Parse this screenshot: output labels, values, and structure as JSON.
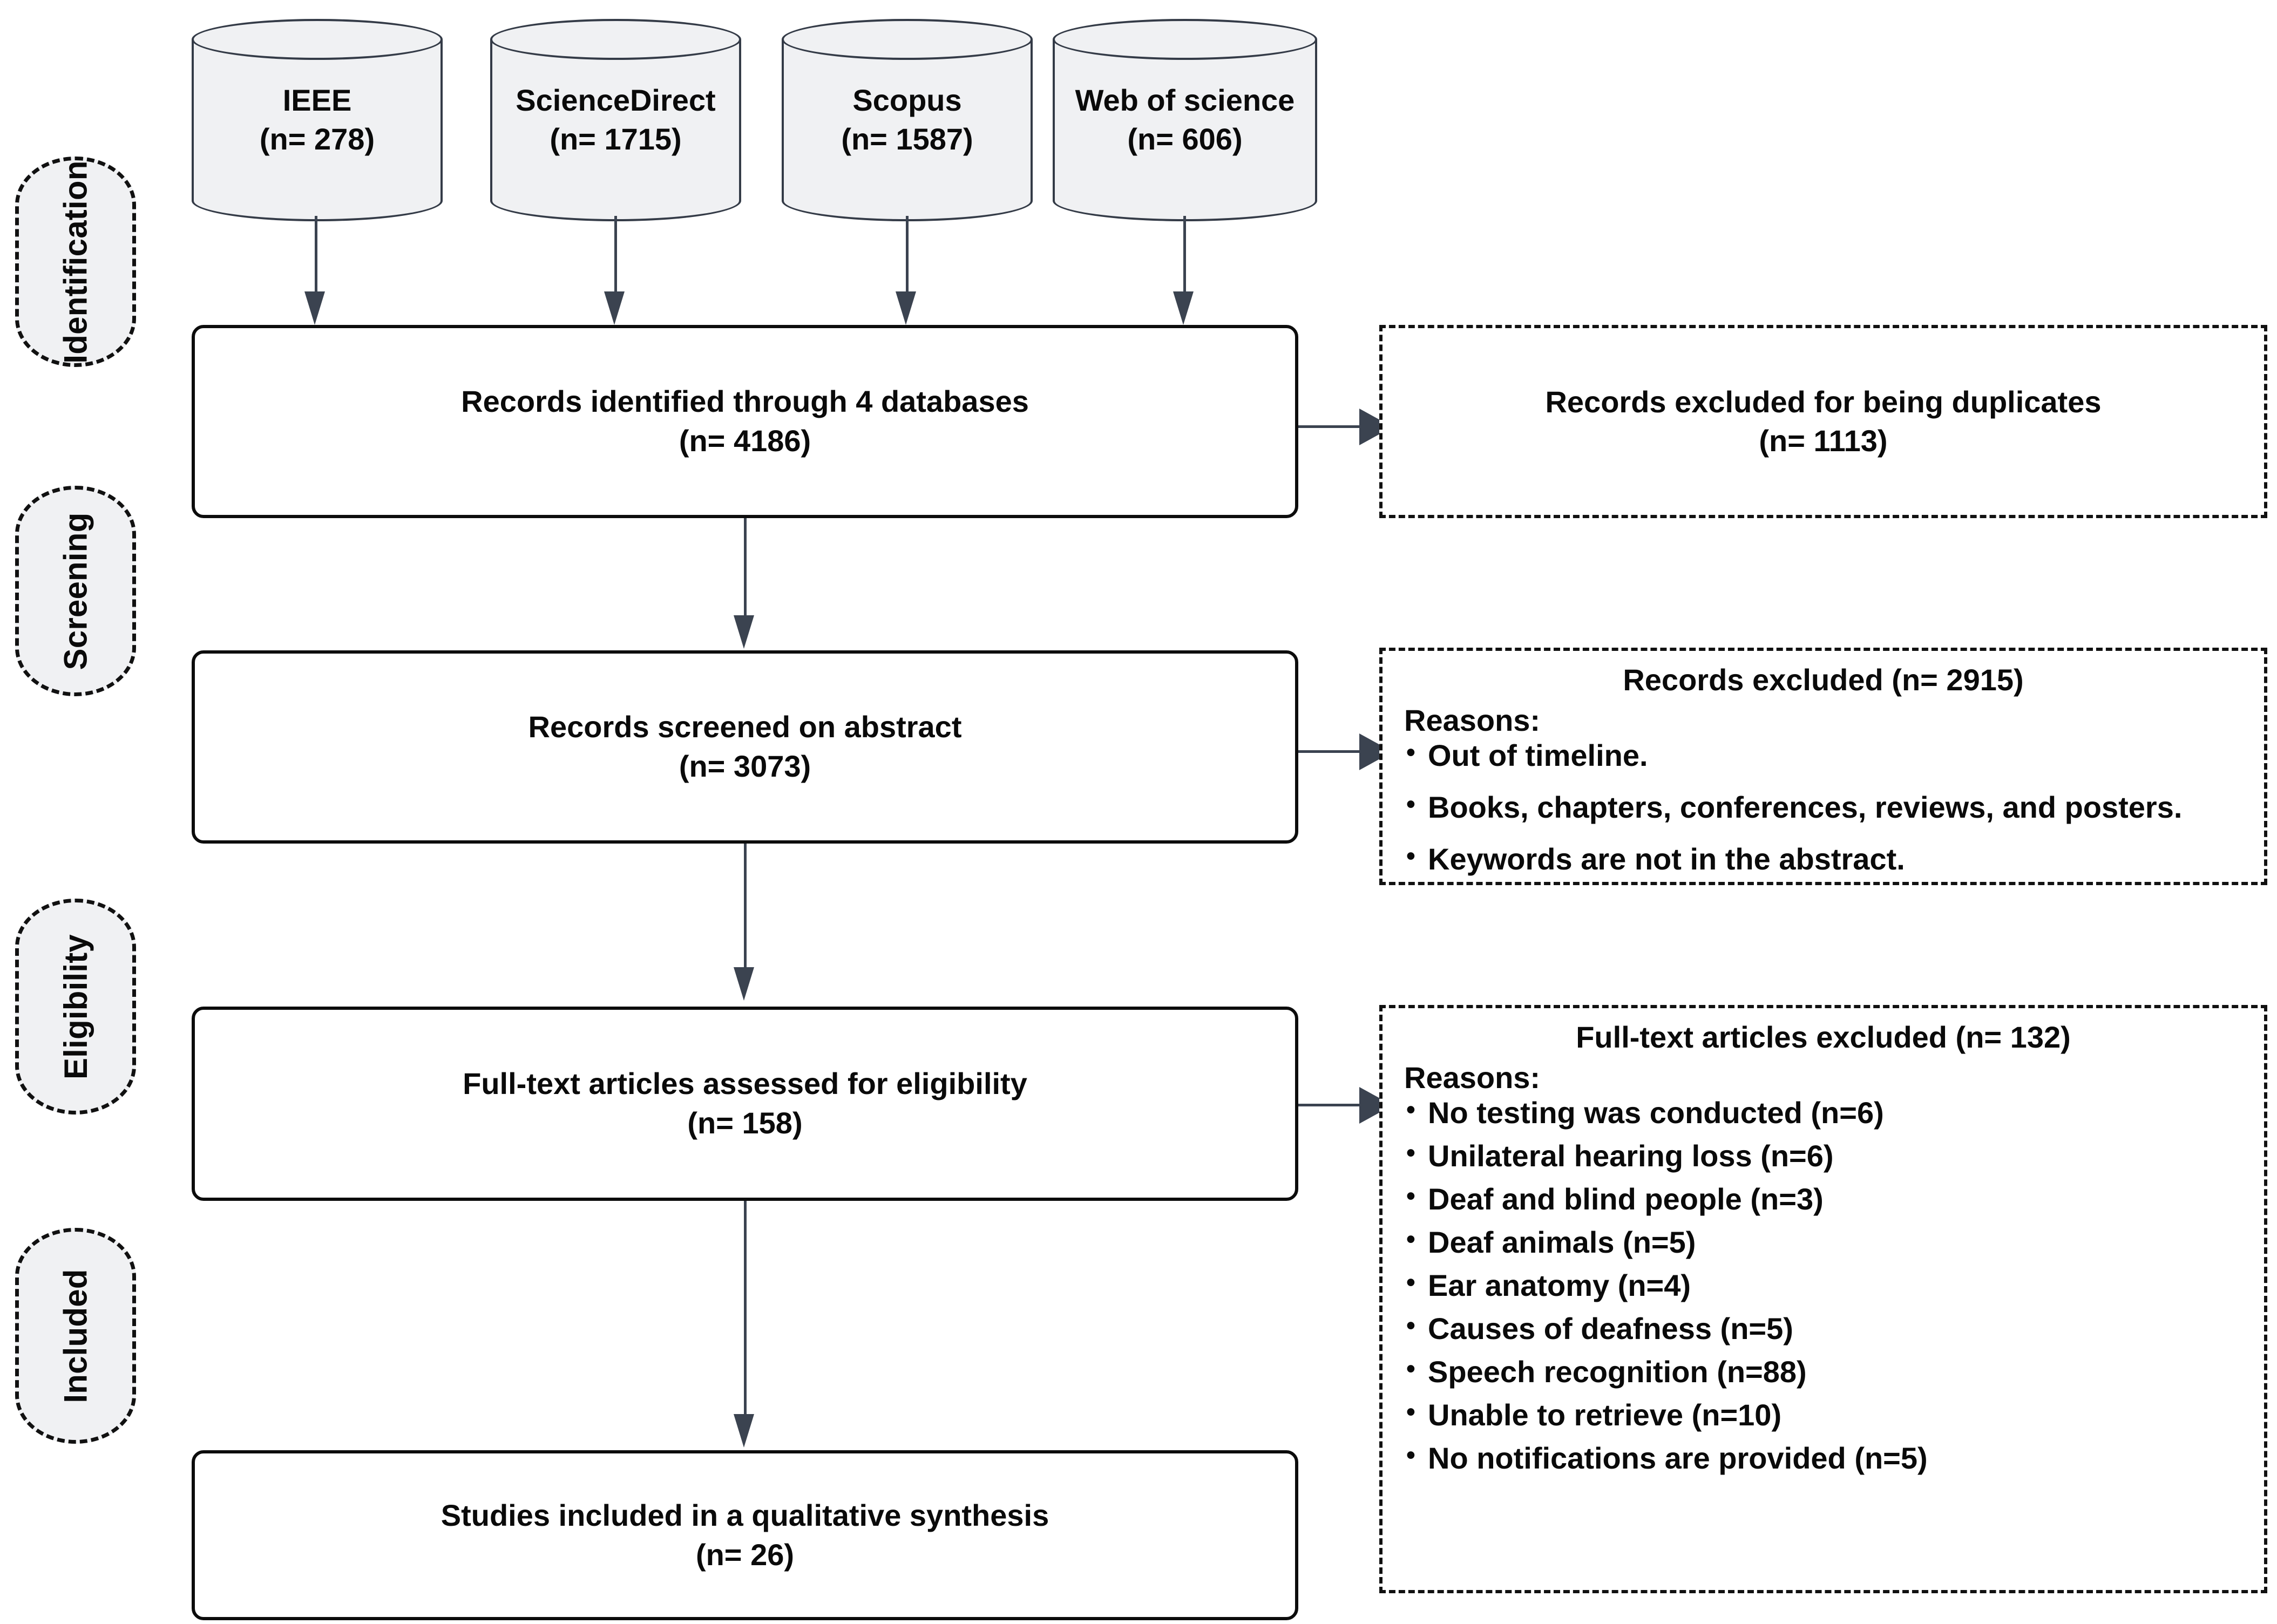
{
  "diagram": {
    "title": "PRISMA flow diagram",
    "colors": {
      "shape_fill": "#f0f1f3",
      "box_fill": "#ffffff",
      "stroke_dark": "#0c0c0c",
      "stroke_slate": "#343b47",
      "connector": "#3b4350",
      "text": "#0a0a0a"
    }
  },
  "stages": [
    {
      "label": "Identification"
    },
    {
      "label": "Screening"
    },
    {
      "label": "Eligibility"
    },
    {
      "label": "Included"
    }
  ],
  "sources": [
    {
      "name": "IEEE",
      "count": "(n= 278)"
    },
    {
      "name": "ScienceDirect",
      "count": "(n= 1715)"
    },
    {
      "name": "Scopus",
      "count": "(n= 1587)"
    },
    {
      "name": "Web of science",
      "count": "(n= 606)"
    }
  ],
  "flow": [
    {
      "line1": "Records identified through 4 databases",
      "line2": "(n= 4186)"
    },
    {
      "line1": "Records screened on abstract",
      "line2": "(n= 3073)"
    },
    {
      "line1": "Full-text articles assessed for eligibility",
      "line2": "(n= 158)"
    },
    {
      "line1": "Studies included in a qualitative synthesis",
      "line2": "(n= 26)"
    }
  ],
  "exclusions": {
    "duplicates": {
      "line1": "Records excluded for being duplicates",
      "line2": "(n= 1113)"
    },
    "screening": {
      "title": "Records excluded (n= 2915)",
      "reasons_label": "Reasons:",
      "reasons": [
        "Out of timeline.",
        "Books, chapters, conferences, reviews, and posters.",
        "Keywords are not in the abstract."
      ]
    },
    "fulltext": {
      "title": "Full-text articles excluded (n= 132)",
      "reasons_label": "Reasons:",
      "reasons": [
        "No testing was conducted (n=6)",
        "Unilateral hearing loss (n=6)",
        "Deaf and blind people (n=3)",
        "Deaf animals (n=5)",
        "Ear anatomy (n=4)",
        "Causes of deafness (n=5)",
        "Speech recognition (n=88)",
        "Unable to retrieve (n=10)",
        "No notifications are provided (n=5)"
      ]
    }
  },
  "chart_data": {
    "type": "table",
    "title": "PRISMA study selection counts",
    "categories": [
      "IEEE",
      "ScienceDirect",
      "Scopus",
      "Web of science",
      "Records identified",
      "Duplicates excluded",
      "Records screened",
      "Records excluded",
      "Full-text assessed",
      "Full-text excluded",
      "Studies included"
    ],
    "values": [
      278,
      1715,
      1587,
      606,
      4186,
      1113,
      3073,
      2915,
      158,
      132,
      26
    ]
  }
}
